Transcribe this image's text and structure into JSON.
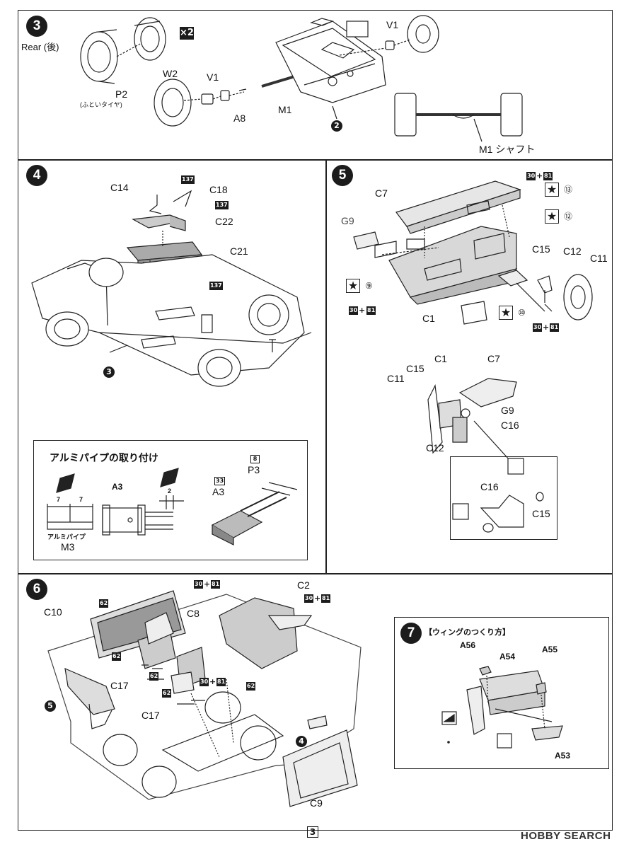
{
  "steps": {
    "s3": {
      "number": "3",
      "rear_label": "Rear (後)",
      "quantity": "×2",
      "parts": {
        "v1_top": "V1",
        "v1": "V1",
        "w2": "W2",
        "p2": "P2",
        "p2_note": "(ふといタイヤ)",
        "a8": "A8",
        "m1": "M1",
        "m1_shaft": "M1  シャフト"
      },
      "ref": "2"
    },
    "s4": {
      "number": "4",
      "parts": {
        "c14": "C14",
        "c18": "C18",
        "c22": "C22",
        "c21": "C21"
      },
      "paint": "137",
      "ref": "3"
    },
    "s5": {
      "number": "5",
      "parts": {
        "c7": "C7",
        "g9": "G9",
        "c1": "C1",
        "c15": "C15",
        "c12": "C12",
        "c11": "C11",
        "c16": "C16"
      },
      "paint_a": "30",
      "paint_b": "81",
      "plus": "+",
      "decals": {
        "d13": "⑬",
        "d12": "⑫",
        "d9": "⑨",
        "d10": "⑩"
      }
    },
    "s5_detail": {
      "parts": {
        "c1": "C1",
        "c7": "C7",
        "c15": "C15",
        "c11": "C11",
        "g9": "G9",
        "c16": "C16",
        "c12": "C12",
        "c16_b": "C16",
        "c15_b": "C15"
      }
    },
    "pipe": {
      "title": "アルミパイプの取り付け",
      "dim_7a": "7",
      "dim_7b": "7",
      "dim_2": "2",
      "a3": "A3",
      "a3_b": "A3",
      "p3": "P3",
      "pipe_label": "アルミパイプ",
      "m3": "M3",
      "paint_8": "8",
      "paint_33": "33"
    },
    "s6": {
      "number": "6",
      "parts": {
        "c10": "C10",
        "c8": "C8",
        "c2": "C2",
        "c17": "C17",
        "c17_b": "C17",
        "c9": "C9"
      },
      "paint_62": "62",
      "paint_a": "30",
      "paint_b": "81",
      "plus": "+",
      "ref5": "5",
      "ref4": "4"
    },
    "s7": {
      "number": "7",
      "title": "【ウィングのつくり方】",
      "parts": {
        "a56": "A56",
        "a54": "A54",
        "a55": "A55",
        "a53": "A53"
      }
    }
  },
  "footer": {
    "page_number": "3",
    "watermark": "HOBBY SEARCH"
  }
}
